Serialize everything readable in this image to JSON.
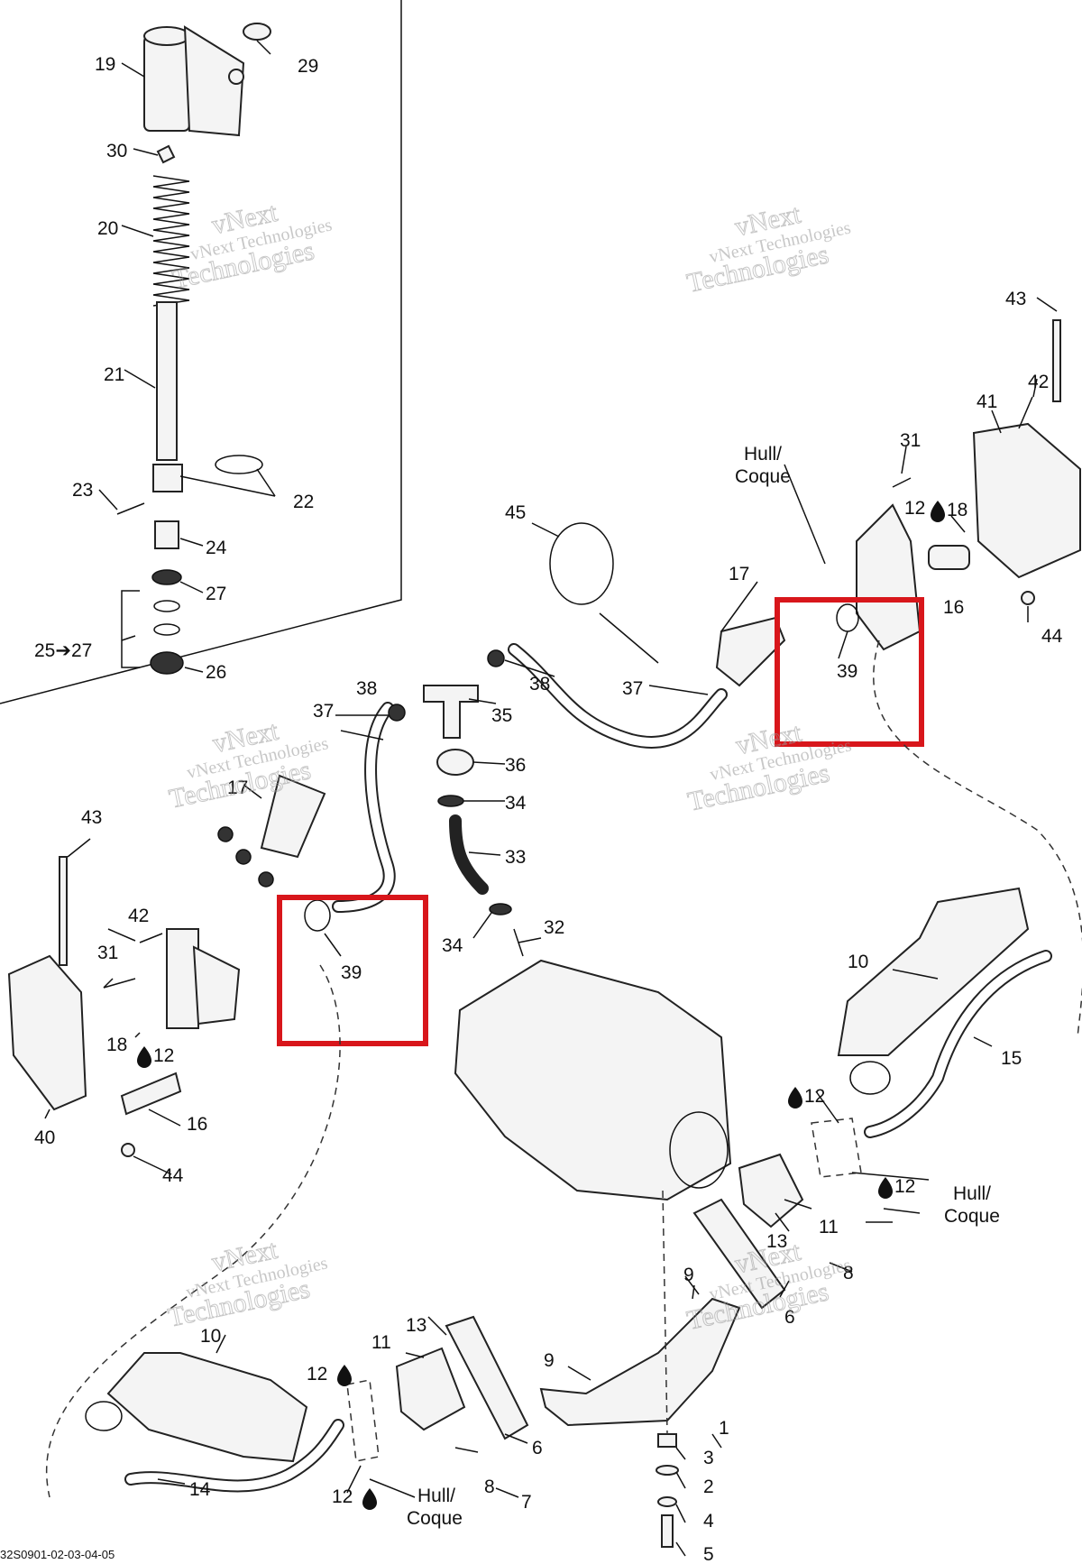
{
  "diagram": {
    "labels": {
      "p19": "19",
      "p29": "29",
      "p30": "30",
      "p20": "20",
      "p21": "21",
      "p22": "22",
      "p23": "23",
      "p24": "24",
      "p27": "27",
      "p25_27": "25➔27",
      "p26": "26",
      "p43a": "43",
      "p43b": "43",
      "p42a": "42",
      "p42b": "42",
      "p41": "41",
      "p31a": "31",
      "p31b": "31",
      "p12_top": "12",
      "p18a": "18",
      "p18b": "18",
      "p16a": "16",
      "p16b": "16",
      "p44a": "44",
      "p44b": "44",
      "p17a": "17",
      "p17b": "17",
      "p39a": "39",
      "p39b": "39",
      "p45": "45",
      "p37a": "37",
      "p37b": "37",
      "p38a": "38",
      "p38b": "38",
      "p35": "35",
      "p36": "36",
      "p34a": "34",
      "p34b": "34",
      "p33": "33",
      "p32": "32",
      "p40": "40",
      "p12_left": "12",
      "p10a": "10",
      "p10b": "10",
      "p15": "15",
      "p12_r1": "12",
      "p12_r2": "12",
      "p11a": "11",
      "p11b": "11",
      "p13a": "13",
      "p13b": "13",
      "p9a": "9",
      "p9b": "9",
      "p8a": "8",
      "p8b": "8",
      "p6a": "6",
      "p6b": "6",
      "p7": "7",
      "p1": "1",
      "p3": "3",
      "p2": "2",
      "p4": "4",
      "p5": "5",
      "p14": "14",
      "p12_b1": "12",
      "p12_b2": "12"
    },
    "hull_labels": {
      "top_line1": "Hull/",
      "top_line2": "Coque",
      "right_line1": "Hull/",
      "right_line2": "Coque",
      "bottom_line1": "Hull/",
      "bottom_line2": "Coque"
    },
    "watermark": {
      "line1": "vNext",
      "line2": "vNext Technologies",
      "line3": "Technologies"
    },
    "reference_code": "32S0901-02-03-04-05",
    "highlight_color": "#d8161b"
  }
}
